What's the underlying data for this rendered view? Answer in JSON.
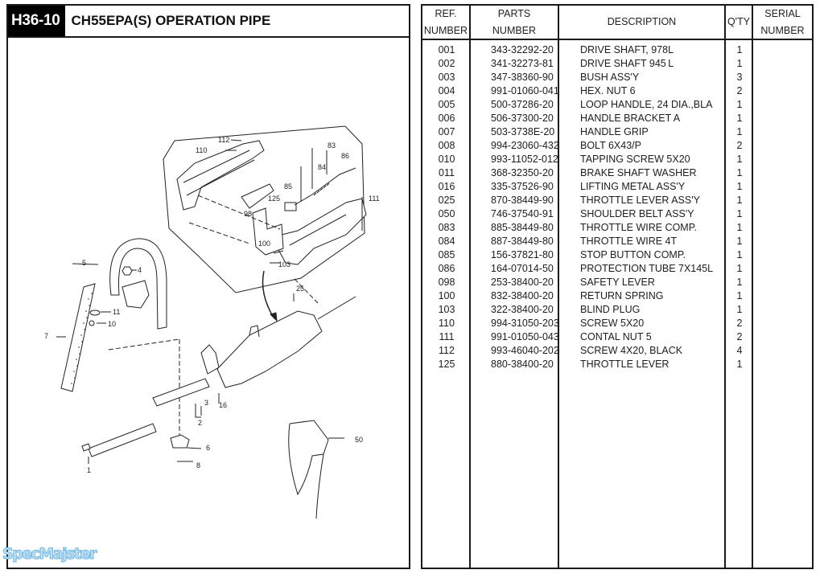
{
  "header": {
    "page_code": "H36-10",
    "title": "CH55EPA(S)  OPERATION PIPE"
  },
  "diagram": {
    "callouts": [
      "1",
      "2",
      "3",
      "4",
      "5",
      "6",
      "7",
      "8",
      "10",
      "11",
      "16",
      "25",
      "50",
      "83",
      "84",
      "85",
      "86",
      "98",
      "100",
      "103",
      "110",
      "111",
      "112",
      "125"
    ]
  },
  "watermark": "SpecMajster",
  "table": {
    "headers": {
      "ref": [
        "REF.",
        "NUMBER"
      ],
      "parts": [
        "PARTS",
        "NUMBER"
      ],
      "description": [
        "DESCRIPTION"
      ],
      "qty": [
        "Q'TY"
      ],
      "serial": [
        "SERIAL",
        "NUMBER"
      ]
    },
    "rows": [
      {
        "ref": "001",
        "part": "343-32292-20",
        "desc": "DRIVE SHAFT, 978L",
        "qty": "1"
      },
      {
        "ref": "002",
        "part": "341-32273-81",
        "desc": "DRIVE SHAFT    945 L",
        "qty": "1"
      },
      {
        "ref": "003",
        "part": "347-38360-90",
        "desc": "BUSH ASS'Y",
        "qty": "3"
      },
      {
        "ref": "004",
        "part": "991-01060-041",
        "desc": "HEX. NUT 6",
        "qty": "2"
      },
      {
        "ref": "005",
        "part": "500-37286-20",
        "desc": "LOOP HANDLE, 24 DIA.,BLA",
        "qty": "1"
      },
      {
        "ref": "006",
        "part": "506-37300-20",
        "desc": "HANDLE BRACKET A",
        "qty": "1"
      },
      {
        "ref": "007",
        "part": "503-3738E-20",
        "desc": "HANDLE GRIP",
        "qty": "1"
      },
      {
        "ref": "008",
        "part": "994-23060-432",
        "desc": "BOLT 6X43/P",
        "qty": "2"
      },
      {
        "ref": "010",
        "part": "993-11052-012",
        "desc": "TAPPING SCREW 5X20",
        "qty": "1"
      },
      {
        "ref": "011",
        "part": "368-32350-20",
        "desc": "BRAKE SHAFT WASHER",
        "qty": "1"
      },
      {
        "ref": "016",
        "part": "335-37526-90",
        "desc": "LIFTING METAL ASS'Y",
        "qty": "1"
      },
      {
        "ref": "025",
        "part": "870-38449-90",
        "desc": "THROTTLE LEVER ASS'Y",
        "qty": "1"
      },
      {
        "ref": "050",
        "part": "746-37540-91",
        "desc": "SHOULDER BELT ASS'Y",
        "qty": "1"
      },
      {
        "ref": "083",
        "part": "885-38449-80",
        "desc": "THROTTLE WIRE COMP.",
        "qty": "1"
      },
      {
        "ref": "084",
        "part": "887-38449-80",
        "desc": "THROTTLE WIRE 4T",
        "qty": "1"
      },
      {
        "ref": "085",
        "part": "156-37821-80",
        "desc": "STOP BUTTON COMP.",
        "qty": "1"
      },
      {
        "ref": "086",
        "part": "164-07014-50",
        "desc": "PROTECTION TUBE 7X145L",
        "qty": "1"
      },
      {
        "ref": "098",
        "part": "253-38400-20",
        "desc": "SAFETY LEVER",
        "qty": "1"
      },
      {
        "ref": "100",
        "part": "832-38400-20",
        "desc": "RETURN SPRING",
        "qty": "1"
      },
      {
        "ref": "103",
        "part": "322-38400-20",
        "desc": "BLIND PLUG",
        "qty": "1"
      },
      {
        "ref": "110",
        "part": "994-31050-203",
        "desc": "SCREW 5X20",
        "qty": "2"
      },
      {
        "ref": "111",
        "part": "991-01050-043",
        "desc": "CONTAL NUT 5",
        "qty": "2"
      },
      {
        "ref": "112",
        "part": "993-46040-202",
        "desc": "SCREW 4X20, BLACK",
        "qty": "4"
      },
      {
        "ref": "125",
        "part": "880-38400-20",
        "desc": "THROTTLE LEVER",
        "qty": "1"
      }
    ]
  }
}
